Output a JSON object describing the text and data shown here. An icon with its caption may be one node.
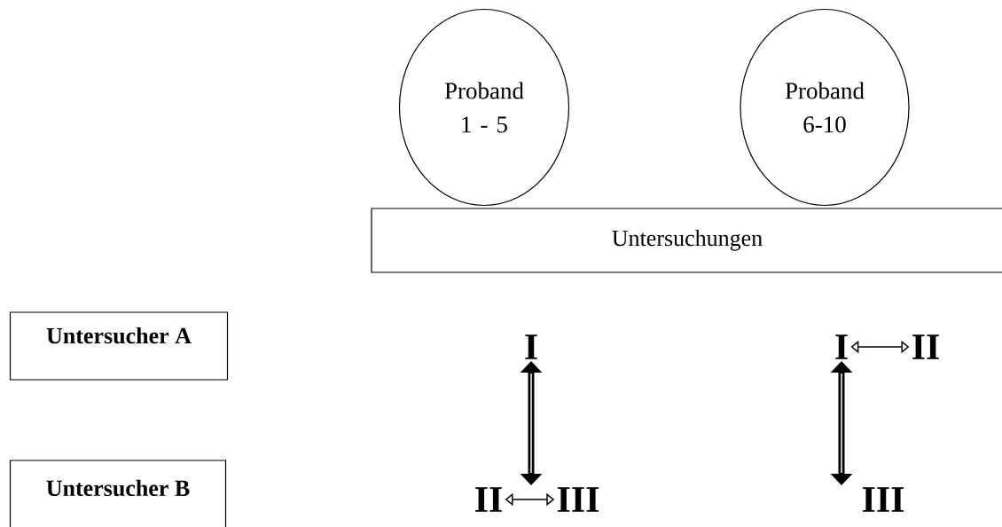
{
  "diagram": {
    "nodes": [
      {
        "text": [
          "Proband 1 - 5"
        ]
      },
      {
        "text": [
          "Proband 6-10"
        ]
      },
      {
        "text": [
          "Untersuchungen"
        ]
      },
      {
        "text": [
          "Untersucher A"
        ]
      },
      {
        "text": [
          "Untersucher B"
        ]
      },
      {
        "text": [
          "I"
        ]
      },
      {
        "text": [
          "II"
        ]
      },
      {
        "text": [
          "III"
        ]
      },
      {
        "text": [
          "I"
        ]
      },
      {
        "text": [
          "II"
        ]
      },
      {
        "text": [
          "III"
        ]
      }
    ],
    "edges": [
      {
        "from": 6,
        "to": 7,
        "arrow": "both"
      },
      {
        "from": 8,
        "to": 9,
        "arrow": "both"
      },
      {
        "from": 5,
        "to": 7,
        "arrow": "both",
        "style": "thick"
      },
      {
        "from": 8,
        "to": 10,
        "arrow": "both",
        "style": "thick"
      }
    ]
  }
}
